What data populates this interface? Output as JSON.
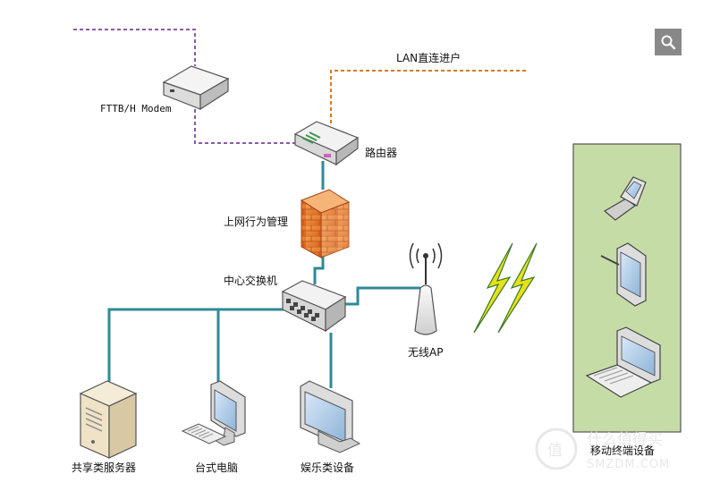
{
  "labels": {
    "modem": "FTTB/H Modem",
    "lan": "LAN直连进户",
    "router": "路由器",
    "firewall": "上网行为管理",
    "switch": "中心交换机",
    "ap": "无线AP",
    "server": "共享类服务器",
    "desktop": "台式电脑",
    "entertainment": "娱乐类设备",
    "mobile": "移动终端设备"
  },
  "watermark": {
    "logo_char": "值",
    "line1": "什么值得买",
    "line2": "SMZDM.COM"
  },
  "colors": {
    "ethernet": "#2e8a96",
    "fttb_dash": "#8a5aa8",
    "lan_dash": "#d97a1e",
    "mobile_panel_bg": "#c6dca6",
    "lightning": "#e8e01a",
    "search_button": "#888888"
  },
  "icons": {
    "search": "search-icon"
  }
}
